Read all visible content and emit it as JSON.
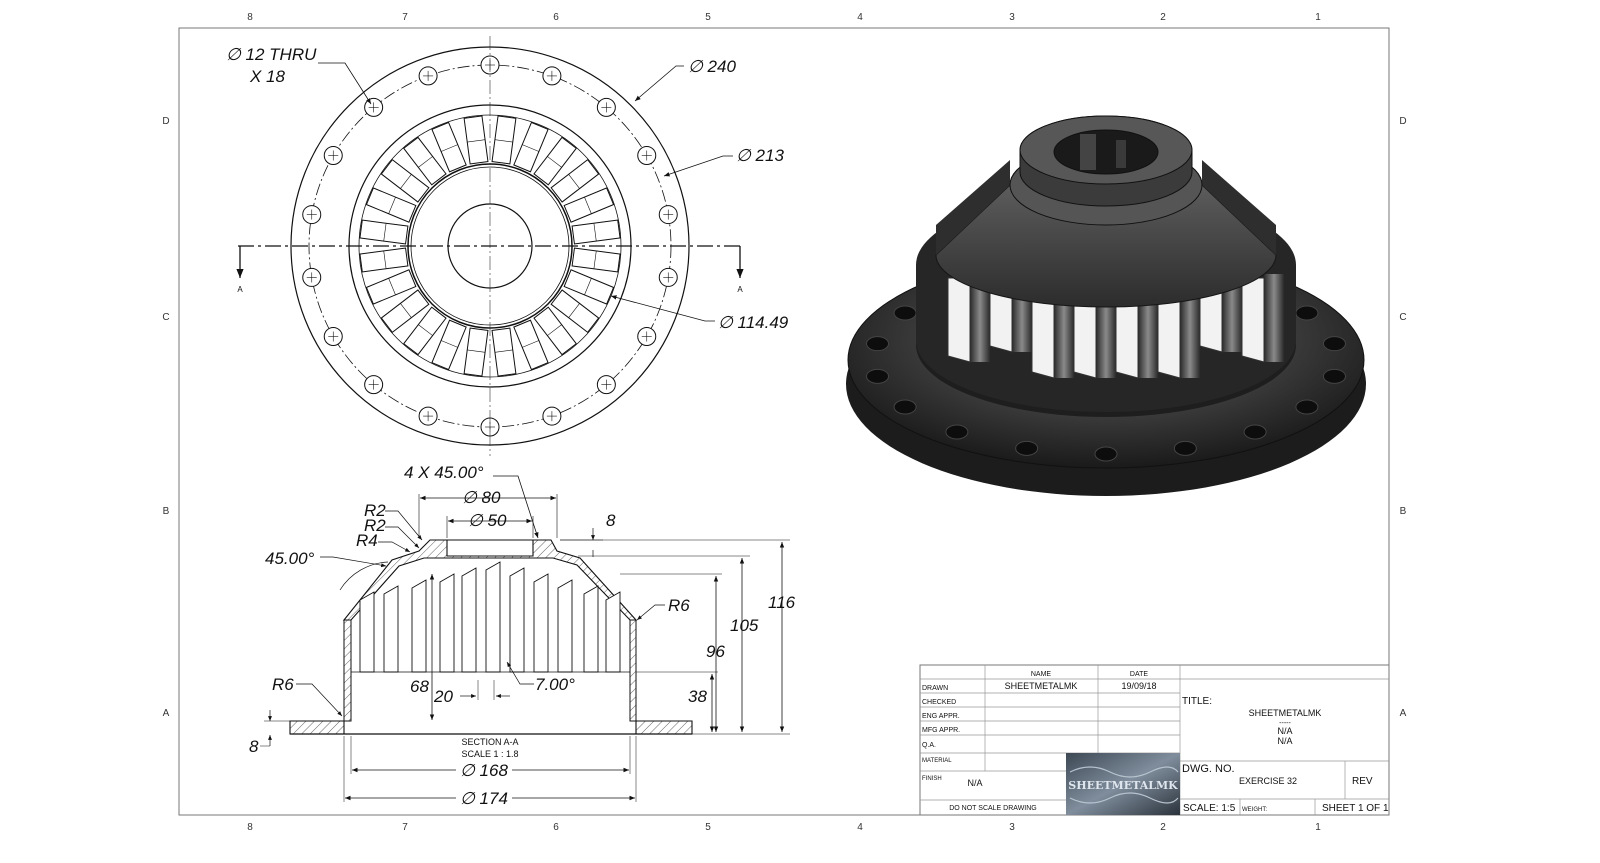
{
  "zones": {
    "columns": [
      "8",
      "7",
      "6",
      "5",
      "4",
      "3",
      "2",
      "1"
    ],
    "rows": [
      "D",
      "C",
      "B",
      "A"
    ]
  },
  "top_view": {
    "holes_label": "∅ 12 THRU",
    "holes_count": "X 18",
    "dia_outer": "∅ 240",
    "dia_bolt_circle": "∅ 213",
    "dia_cage": "∅ 114.49",
    "section_marker": "A",
    "bolt_hole_count": 18,
    "slot_count": 24
  },
  "section_view": {
    "chamfer": "4 X 45.00°",
    "dia_top_outer": "∅ 80",
    "dia_top_inner": "∅ 50",
    "dim_top_thickness": "8",
    "radius_r2_a": "R2",
    "radius_r2_b": "R2",
    "radius_r4": "R4",
    "angle_45": "45.00°",
    "radius_r6_right": "R6",
    "radius_r6_left": "R6",
    "height_116": "116",
    "height_105": "105",
    "height_96": "96",
    "height_38": "38",
    "dim_68": "68",
    "dim_20": "20",
    "angle_7": "7.00°",
    "dim_flange_8": "8",
    "section_title": "SECTION A-A",
    "section_scale": "SCALE 1 : 1.8",
    "dia_168": "∅ 168",
    "dia_174": "∅ 174"
  },
  "title_block": {
    "col_name": "NAME",
    "col_date": "DATE",
    "row_drawn": "DRAWN",
    "row_checked": "CHECKED",
    "row_eng_appr": "ENG APPR.",
    "row_mfg_appr": "MFG APPR.",
    "row_qa": "Q.A.",
    "row_material": "MATERIAL",
    "row_finish": "FINISH",
    "drawn_name": "SHEETMETALMK",
    "drawn_date": "19/09/18",
    "finish_value": "N/A",
    "do_not_scale": "DO NOT SCALE DRAWING",
    "logo_text": "SHEETMETALMK",
    "title_label": "TITLE:",
    "title_line1": "SHEETMETALMK",
    "title_line2": "-----",
    "title_line3": "N/A",
    "title_line4": "N/A",
    "dwg_no_label": "DWG. NO.",
    "dwg_no_value": "EXERCISE 32",
    "rev_label": "REV",
    "scale_label": "SCALE: 1:5",
    "weight_label": "WEIGHT:",
    "sheet_label": "SHEET 1 OF 1"
  }
}
